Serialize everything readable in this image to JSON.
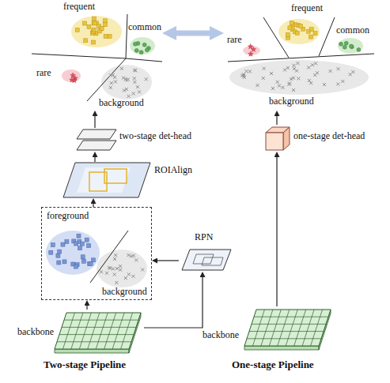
{
  "diagram": {
    "nodes": [
      {
        "text": [
          "frequent",
          "common",
          "rare",
          "background"
        ]
      },
      {
        "text": [
          "frequent",
          "common",
          "rare",
          "background"
        ]
      },
      {
        "text": [
          "two-stage det-head"
        ]
      },
      {
        "text": [
          "one-stage det-head"
        ]
      },
      {
        "text": [
          "ROIAlign"
        ]
      },
      {
        "text": [
          "foreground",
          "background"
        ]
      },
      {
        "text": [
          "RPN"
        ]
      },
      {
        "text": [
          "backbone"
        ]
      },
      {
        "text": [
          "backbone"
        ]
      }
    ],
    "edges": [
      {
        "from": 0,
        "to": 1,
        "arrow": "both"
      },
      {
        "from": 2,
        "to": 0,
        "arrow": "to"
      },
      {
        "from": 3,
        "to": 1,
        "arrow": "to"
      },
      {
        "from": 4,
        "to": 2,
        "arrow": "to"
      },
      {
        "from": 5,
        "to": 4,
        "arrow": "to"
      },
      {
        "from": 6,
        "to": 5,
        "arrow": "to"
      },
      {
        "from": 7,
        "to": 5,
        "arrow": "to"
      },
      {
        "from": 7,
        "to": 6,
        "arrow": "to"
      },
      {
        "from": 8,
        "to": 3,
        "arrow": "to"
      }
    ],
    "labels": [
      "Two-stage Pipeline",
      "One-stage Pipeline"
    ]
  }
}
